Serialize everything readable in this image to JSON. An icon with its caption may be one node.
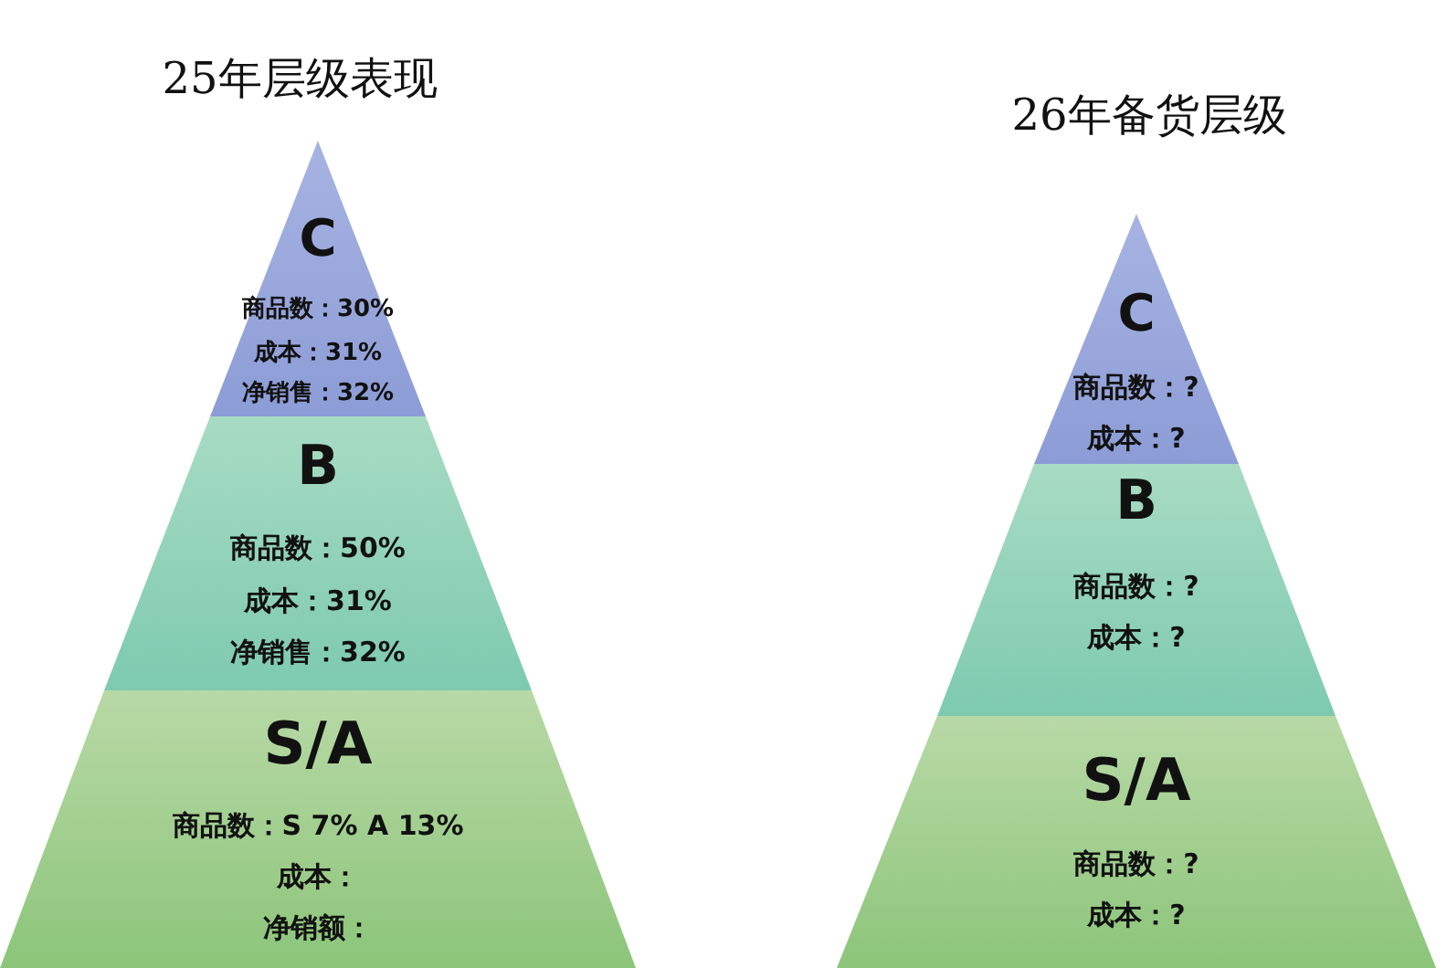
{
  "diagram": {
    "nodes": [
      {
        "text": [
          "C",
          "商品数：30%",
          "成本：31%",
          "净销售：32%"
        ]
      },
      {
        "text": [
          "B",
          "商品数：50%",
          "成本：31%",
          "净销售：32%"
        ]
      },
      {
        "text": [
          "S/A",
          "商品数：S 7% A 13%",
          "成本：",
          "净销额："
        ]
      },
      {
        "text": [
          "C",
          "商品数：?",
          "成本：?"
        ]
      },
      {
        "text": [
          "B",
          "商品数：?",
          "成本：?"
        ]
      },
      {
        "text": [
          "S/A",
          "商品数：?",
          "成本：?"
        ]
      }
    ],
    "labels": [
      "25年层级表现",
      "26年备货层级"
    ]
  }
}
